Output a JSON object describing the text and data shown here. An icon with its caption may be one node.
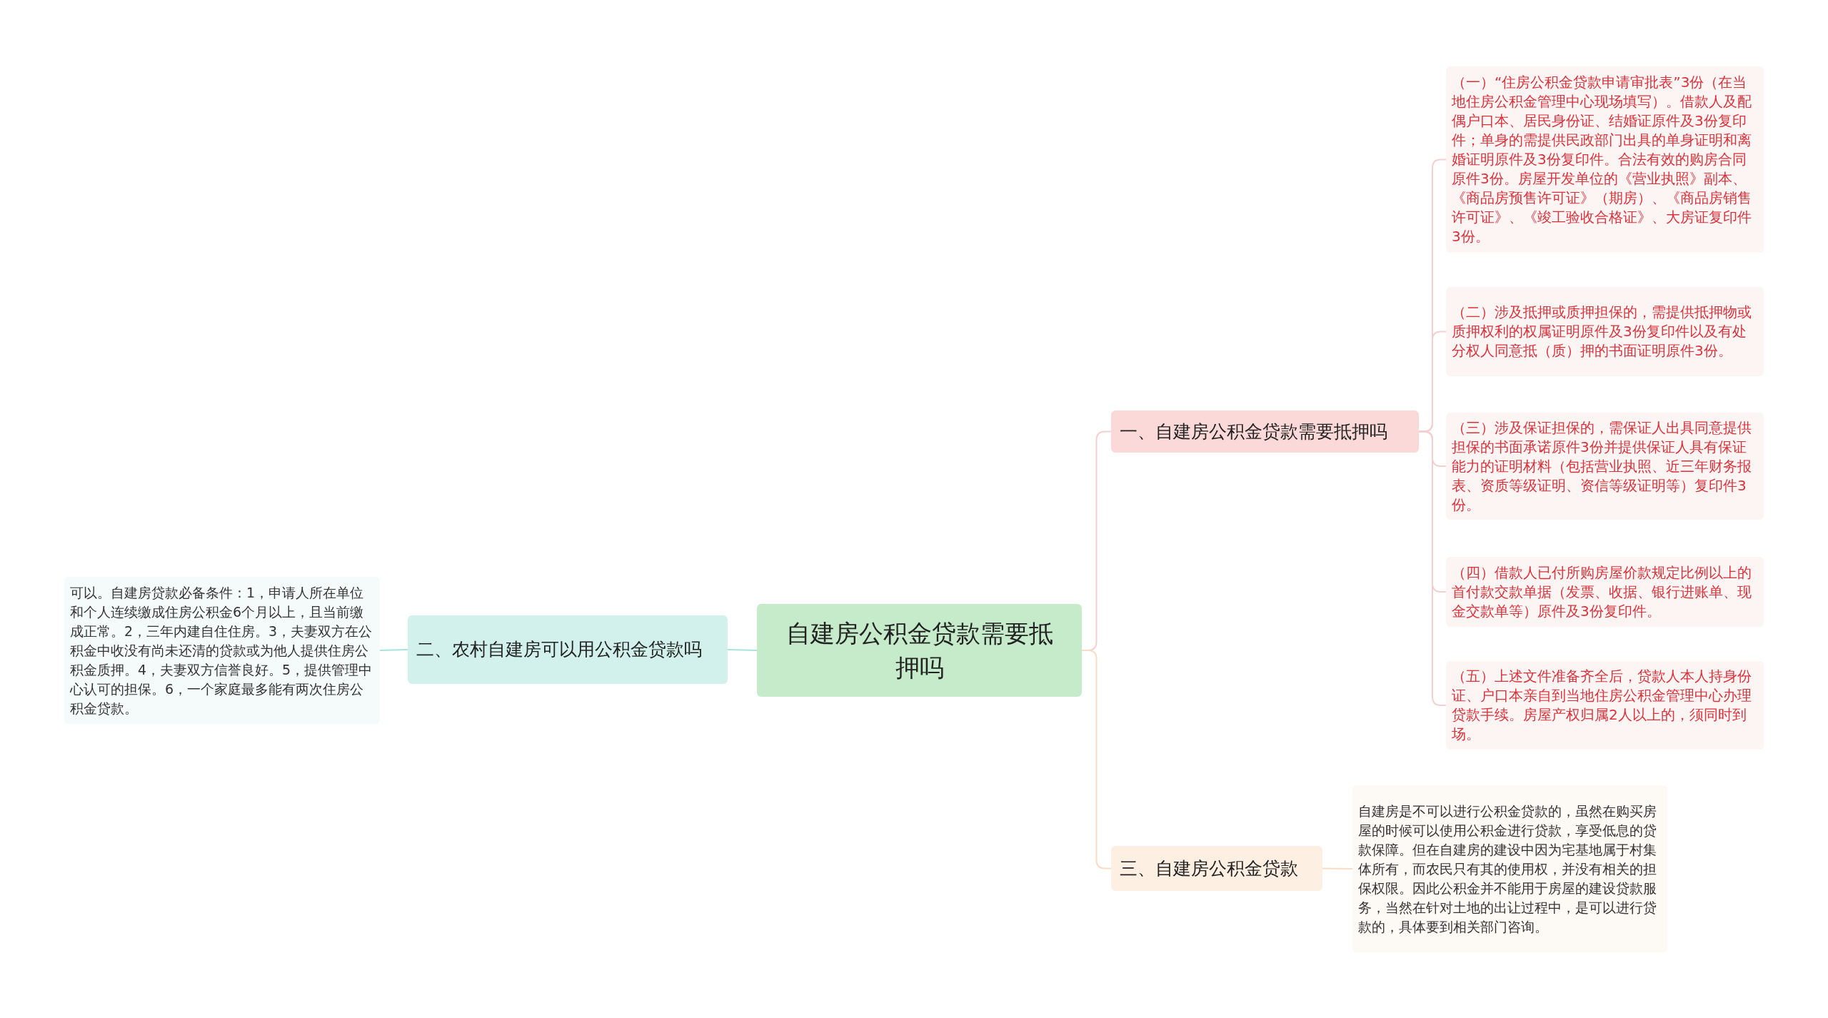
{
  "diagram": {
    "nodes": [
      {
        "text": [
          "自建房公积金贷款需要抵押吗"
        ]
      },
      {
        "text": [
          "一、自建房公积金贷款需要抵押吗"
        ]
      },
      {
        "text": [
          "（一）“住房公积金贷款申请审批表”3份（在当地住房公积金管理中心现场填写）。借款人及配偶户口本、居民身份证、结婚证原件及3份复印件；单身的需提供民政部门出具的单身证明和离婚证明原件及3份复印件。合法有效的购房合同原件3份。房屋开发单位的《营业执照》副本、《商品房预售许可证》（期房）、《商品房销售许可证》、《竣工验收合格证》、大房证复印件3份。"
        ]
      },
      {
        "text": [
          "（二）涉及抵押或质押担保的，需提供抵押物或质押权利的权属证明原件及3份复印件以及有处分权人同意抵（质）押的书面证明原件3份。"
        ]
      },
      {
        "text": [
          "（三）涉及保证担保的，需保证人出具同意提供担保的书面承诺原件3份并提供保证人具有保证能力的证明材料（包括营业执照、近三年财务报表、资质等级证明、资信等级证明等）复印件3份。"
        ]
      },
      {
        "text": [
          "（四）借款人已付所购房屋价款规定比例以上的首付款交款单据（发票、收据、银行进账单、现金交款单等）原件及3份复印件。"
        ]
      },
      {
        "text": [
          "（五）上述文件准备齐全后，贷款人本人持身份证、户口本亲自到当地住房公积金管理中心办理贷款手续。房屋产权归属2人以上的，须同时到场。"
        ]
      },
      {
        "text": [
          "二、农村自建房可以用公积金贷款吗"
        ]
      },
      {
        "text": [
          "可以。自建房贷款必备条件：1，申请人所在单位和个人连续缴成住房公积金6个月以上，且当前缴成正常。2，三年内建自住住房。3，夫妻双方在公积金中收没有尚未还清的贷款或为他人提供住房公积金质押。4，夫妻双方信誉良好。5，提供管理中心认可的担保。6，一个家庭最多能有两次住房公积金贷款。"
        ]
      },
      {
        "text": [
          "三、自建房公积金贷款"
        ]
      },
      {
        "text": [
          "自建房是不可以进行公积金贷款的，虽然在购买房屋的时候可以使用公积金进行贷款，享受低息的贷款保障。但在自建房的建设中因为宅基地属于村集体所有，而农民只有其的使用权，并没有相关的担保权限。因此公积金并不能用于房屋的建设贷款服务，当然在针对土地的出让过程中，是可以进行贷款的，具体要到相关部门咨询。"
        ]
      }
    ],
    "edges": [
      {
        "from": 0,
        "to": 1,
        "arrow": "none"
      },
      {
        "from": 1,
        "to": 2,
        "arrow": "none"
      },
      {
        "from": 1,
        "to": 3,
        "arrow": "none"
      },
      {
        "from": 1,
        "to": 4,
        "arrow": "none"
      },
      {
        "from": 1,
        "to": 5,
        "arrow": "none"
      },
      {
        "from": 1,
        "to": 6,
        "arrow": "none"
      },
      {
        "from": 0,
        "to": 7,
        "arrow": "none",
        "color": "#a8e2da"
      },
      {
        "from": 7,
        "to": 8,
        "arrow": "none",
        "color": "#a8e2da"
      },
      {
        "from": 0,
        "to": 9,
        "arrow": "none",
        "color": "#f8dcc4"
      },
      {
        "from": 9,
        "to": 10,
        "arrow": "none",
        "color": "#f8dcc4"
      }
    ]
  }
}
